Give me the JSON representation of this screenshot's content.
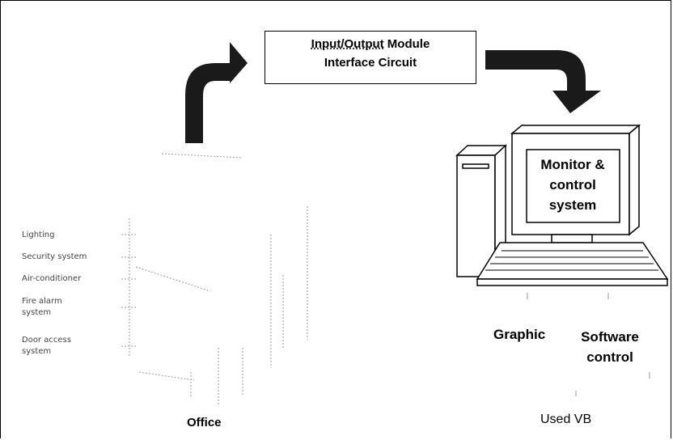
{
  "module": {
    "line1_underlined": "Input/Output",
    "line1_rest": " Module",
    "line2": "Interface Circuit"
  },
  "office": {
    "systems": [
      "Lighting",
      "Security system",
      "Air-conditioner",
      "Fire alarm system",
      "Door access system"
    ],
    "label": "Office"
  },
  "computer": {
    "screen_text": "Monitor & control system",
    "graphic_label": "Graphic",
    "software_label": "Software control",
    "used_vb_label": "Used VB"
  },
  "colors": {
    "arrow": "#1a1a1a",
    "line": "#000000",
    "faint": "#9a9a9a"
  }
}
